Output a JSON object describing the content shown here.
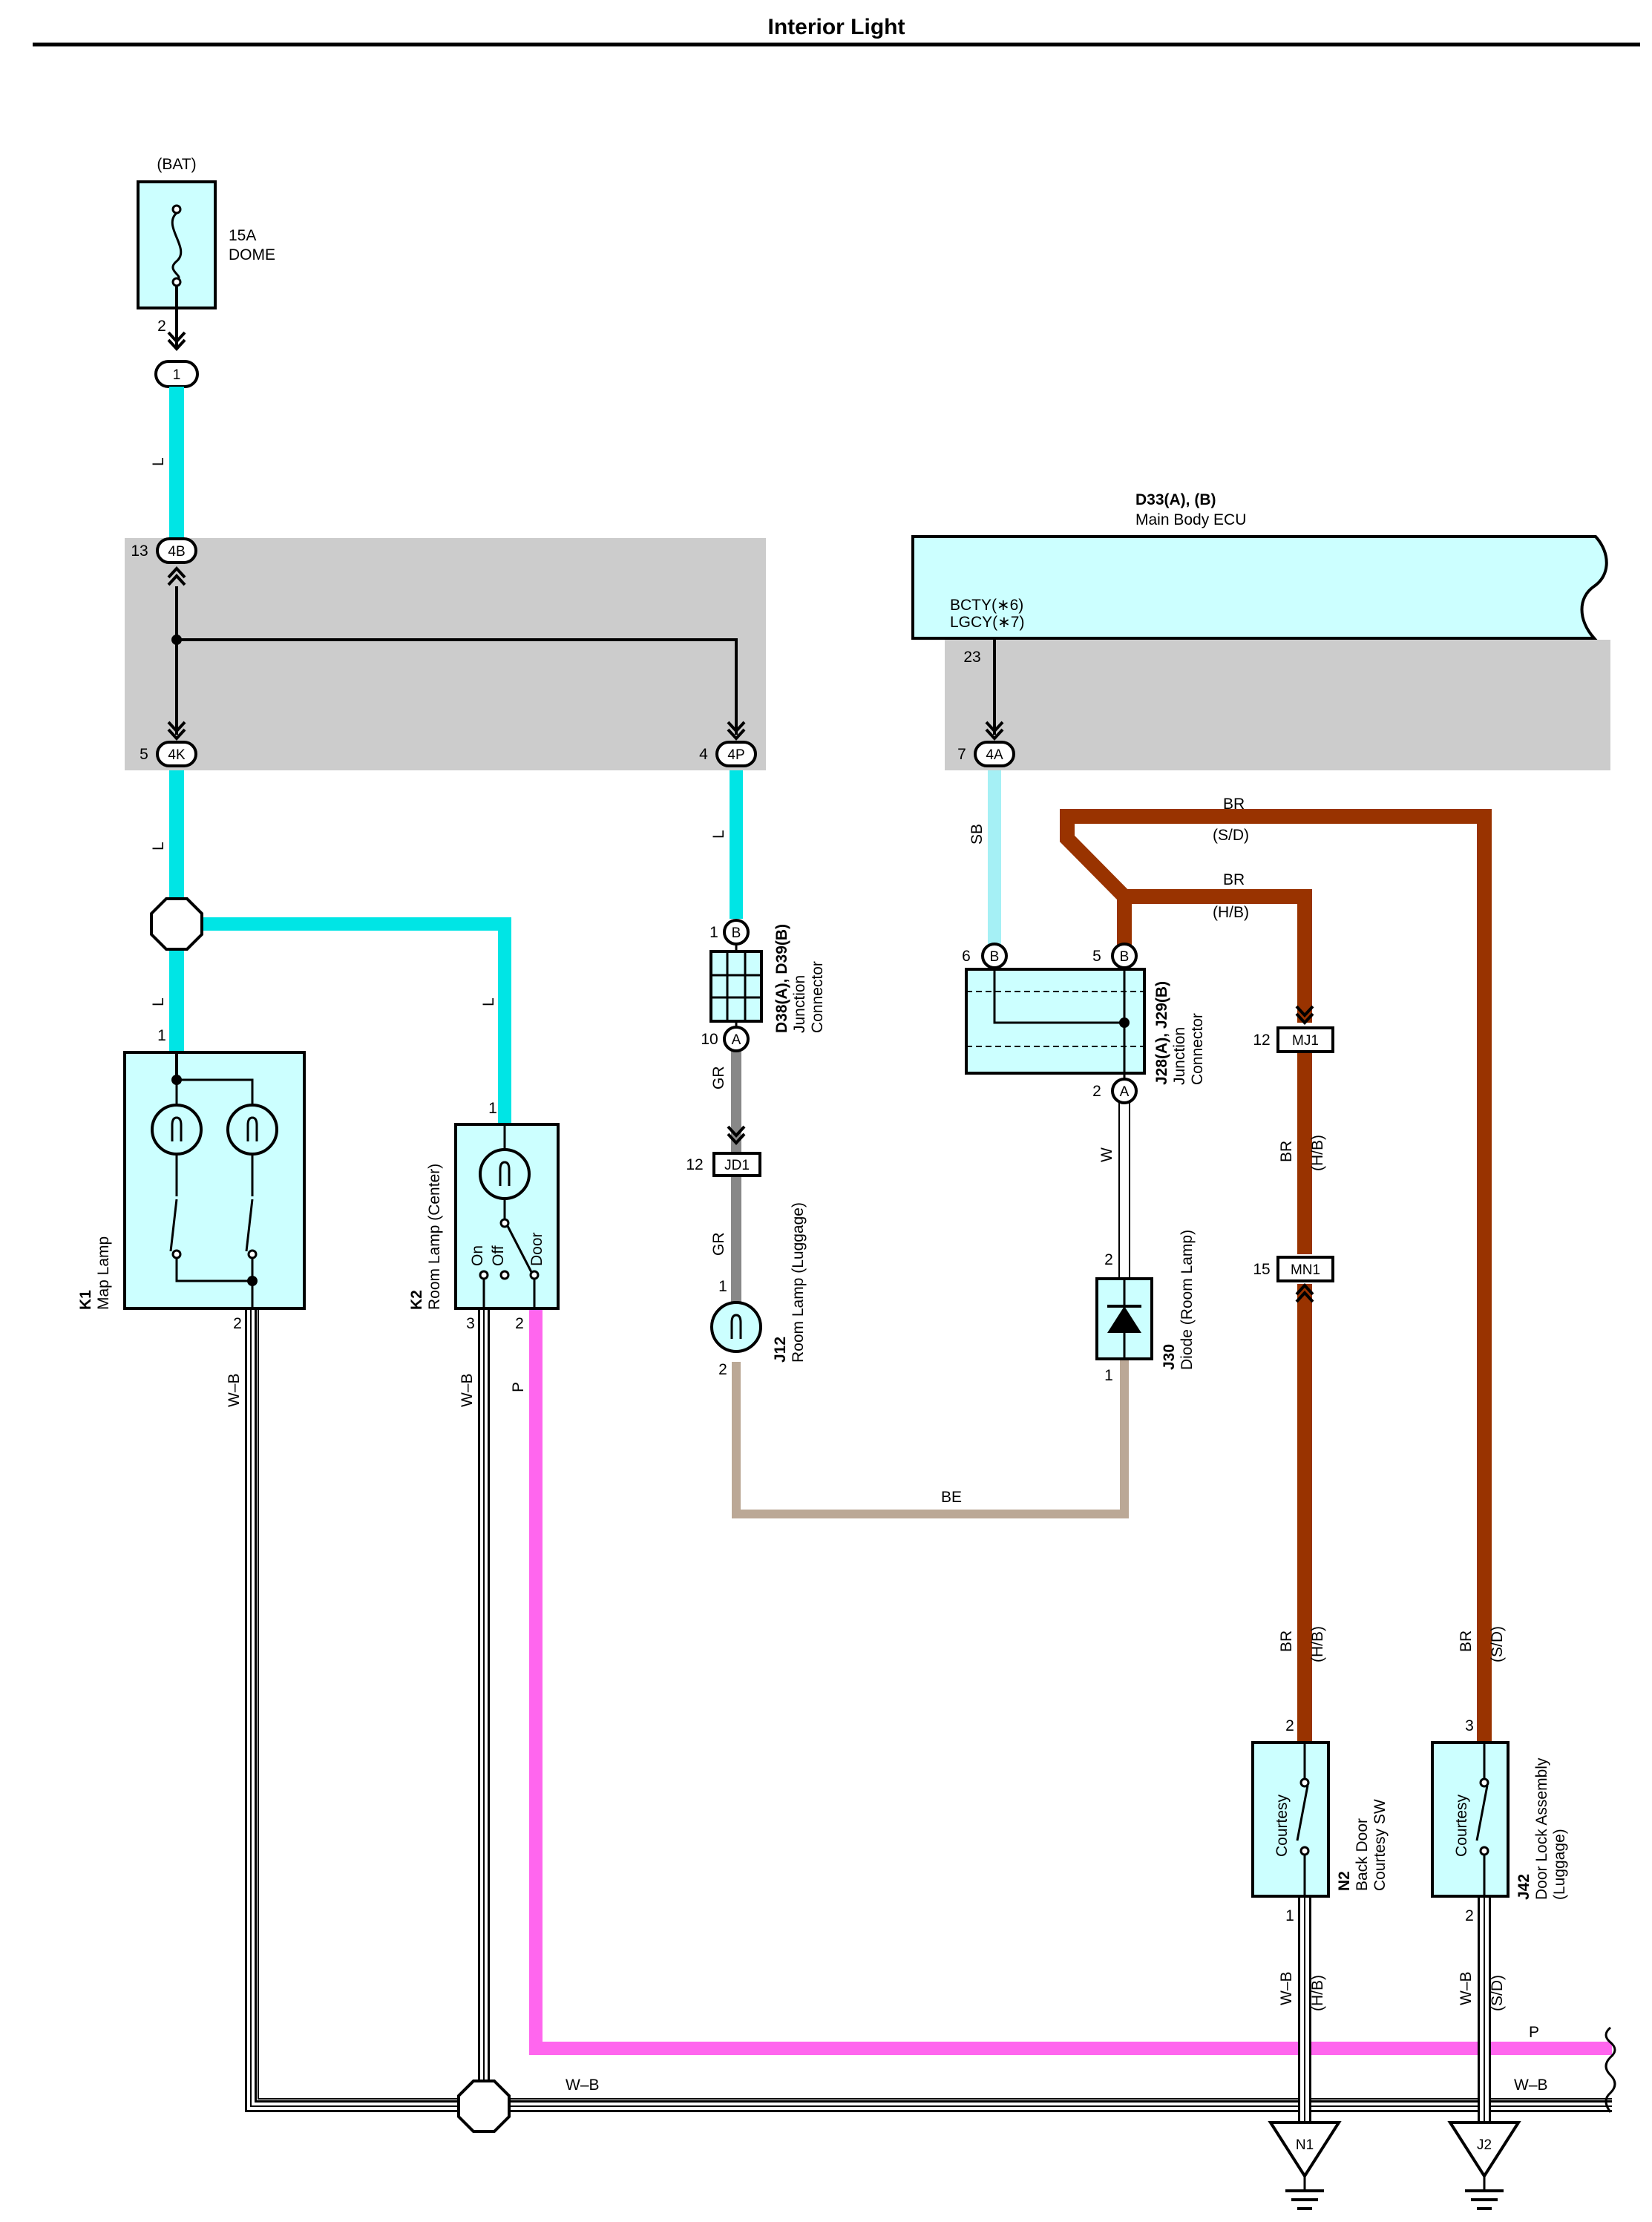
{
  "title": "Interior Light",
  "fuse": {
    "source": "(BAT)",
    "rating": "15A",
    "name": "DOME",
    "pin": "2",
    "connector": "1"
  },
  "junction_block": {
    "in_connector": "4B",
    "in_pin": "13",
    "out1_connector": "4K",
    "out1_pin": "5",
    "out2_connector": "4P",
    "out2_pin": "4"
  },
  "ecu": {
    "ref": "D33(A), (B)",
    "name": "Main Body ECU",
    "terminal1": "BCTY(∗6)",
    "terminal2": "LGCY(∗7)",
    "pin": "23",
    "out_connector": "4A",
    "out_pin": "7"
  },
  "wires": {
    "L": "L",
    "SB": "SB",
    "GR": "GR",
    "W": "W",
    "BE": "BE",
    "BR": "BR",
    "P": "P",
    "WB": "W–B",
    "SD": "(S/D)",
    "HB": "(H/B)"
  },
  "map_lamp": {
    "ref": "K1",
    "name": "Map Lamp",
    "pin_in": "1",
    "pin_out": "2"
  },
  "room_center": {
    "ref": "K2",
    "name": "Room Lamp (Center)",
    "pin_in": "1",
    "pin3": "3",
    "pin2": "2",
    "sw_on": "On",
    "sw_off": "Off",
    "sw_door": "Door"
  },
  "jc_d38": {
    "ref": "D38(A), D39(B)",
    "line1": "Junction",
    "line2": "Connector",
    "pin_b": "1",
    "pin_a": "10",
    "tag_b": "B",
    "tag_a": "A"
  },
  "jd1": {
    "pin": "12",
    "name": "JD1"
  },
  "room_luggage": {
    "ref": "J12",
    "name": "Room Lamp (Luggage)",
    "pin1": "1",
    "pin2": "2"
  },
  "jc_j28": {
    "ref": "J28(A), J29(B)",
    "line1": "Junction",
    "line2": "Connector",
    "pin6": "6",
    "pin5": "5",
    "pin2": "2",
    "tag_b": "B",
    "tag_a": "A"
  },
  "diode": {
    "ref": "J30",
    "name": "Diode (Room Lamp)",
    "pin2": "2",
    "pin1": "1"
  },
  "mj1": {
    "pin": "12",
    "name": "MJ1"
  },
  "mn1": {
    "pin": "15",
    "name": "MN1"
  },
  "back_door_sw": {
    "ref": "N2",
    "line1": "Back Door",
    "line2": "Courtesy SW",
    "inner": "Courtesy",
    "pin_top": "2",
    "pin_bot": "1"
  },
  "door_lock": {
    "ref": "J42",
    "line1": "Door Lock Assembly",
    "line2": "(Luggage)",
    "inner": "Courtesy",
    "pin_top": "3",
    "pin_bot": "2"
  },
  "grounds": {
    "g1": "N1",
    "g2": "J2"
  },
  "colors": {
    "cyan": "#00e5e5",
    "sky": "#a5f0f5",
    "brown": "#993300",
    "pink": "#ff66ee",
    "gray": "#888888",
    "beige": "#bba896",
    "block": "#cccccc",
    "comp": "#ccffff"
  }
}
